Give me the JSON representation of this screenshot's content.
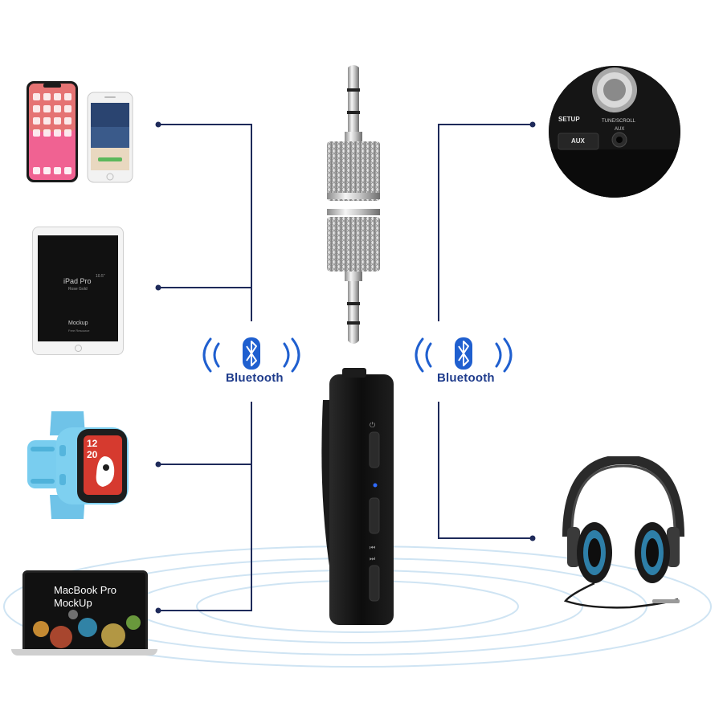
{
  "bluetooth": {
    "left_label": "Bluetooth",
    "right_label": "Bluetooth"
  },
  "devices": {
    "ipad_title": "iPad Pro",
    "ipad_size": "10.5\"",
    "ipad_sub": "Rose Gold",
    "ipad_mockup": "Mockup",
    "ipad_mockup_sub": "Free Resource",
    "macbook_line1": "MacBook Pro",
    "macbook_line2": "MockUp",
    "watch_time_h": "12",
    "watch_time_m": "20"
  },
  "car_stereo": {
    "setup_label": "SETUP",
    "tune_label": "TUNE/SCROLL",
    "aux_button_label": "AUX",
    "aux_port_label": "AUX"
  },
  "colors": {
    "connector_line": "#1e2a5a",
    "bluetooth_blue": "#1f5fcf",
    "label_blue": "#1f3c8c",
    "ripple": "#cfe4f3"
  }
}
